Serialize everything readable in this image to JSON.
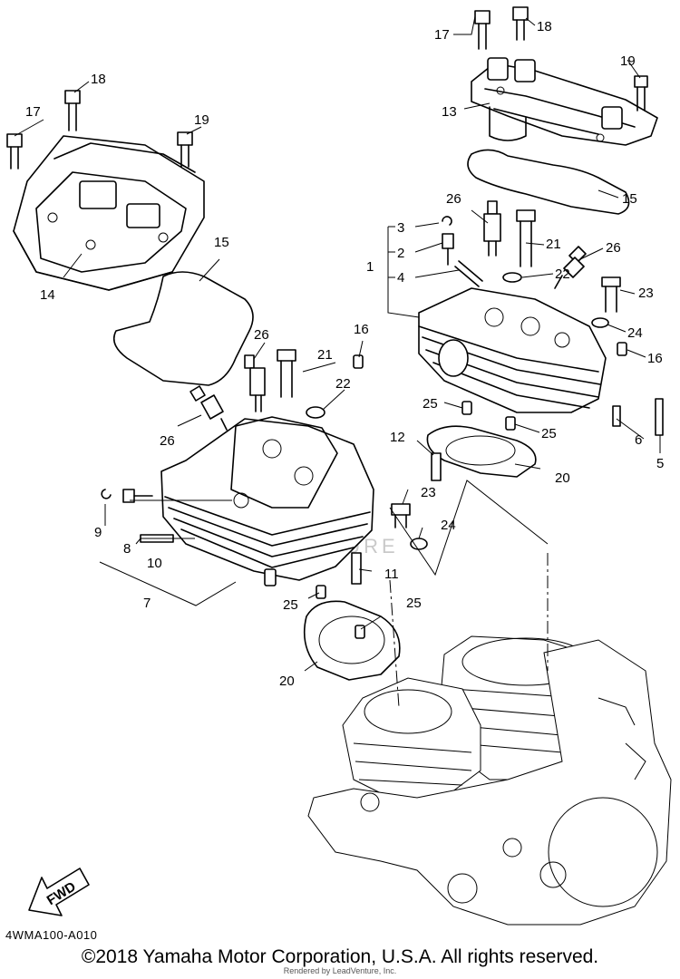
{
  "diagram": {
    "code": "4WMA100-A010",
    "copyright": "©2018 Yamaha Motor Corporation, U.S.A. All rights reserved.",
    "rendered_by": "Rendered by LeadVenture, Inc.",
    "watermark": "ADVENTURE",
    "fwd_label": "FWD",
    "callouts": [
      "1",
      "2",
      "3",
      "4",
      "5",
      "6",
      "7",
      "8",
      "9",
      "10",
      "11",
      "12",
      "13",
      "14",
      "15",
      "16",
      "17",
      "18",
      "19",
      "20",
      "21",
      "22",
      "23",
      "24",
      "25",
      "26"
    ]
  }
}
